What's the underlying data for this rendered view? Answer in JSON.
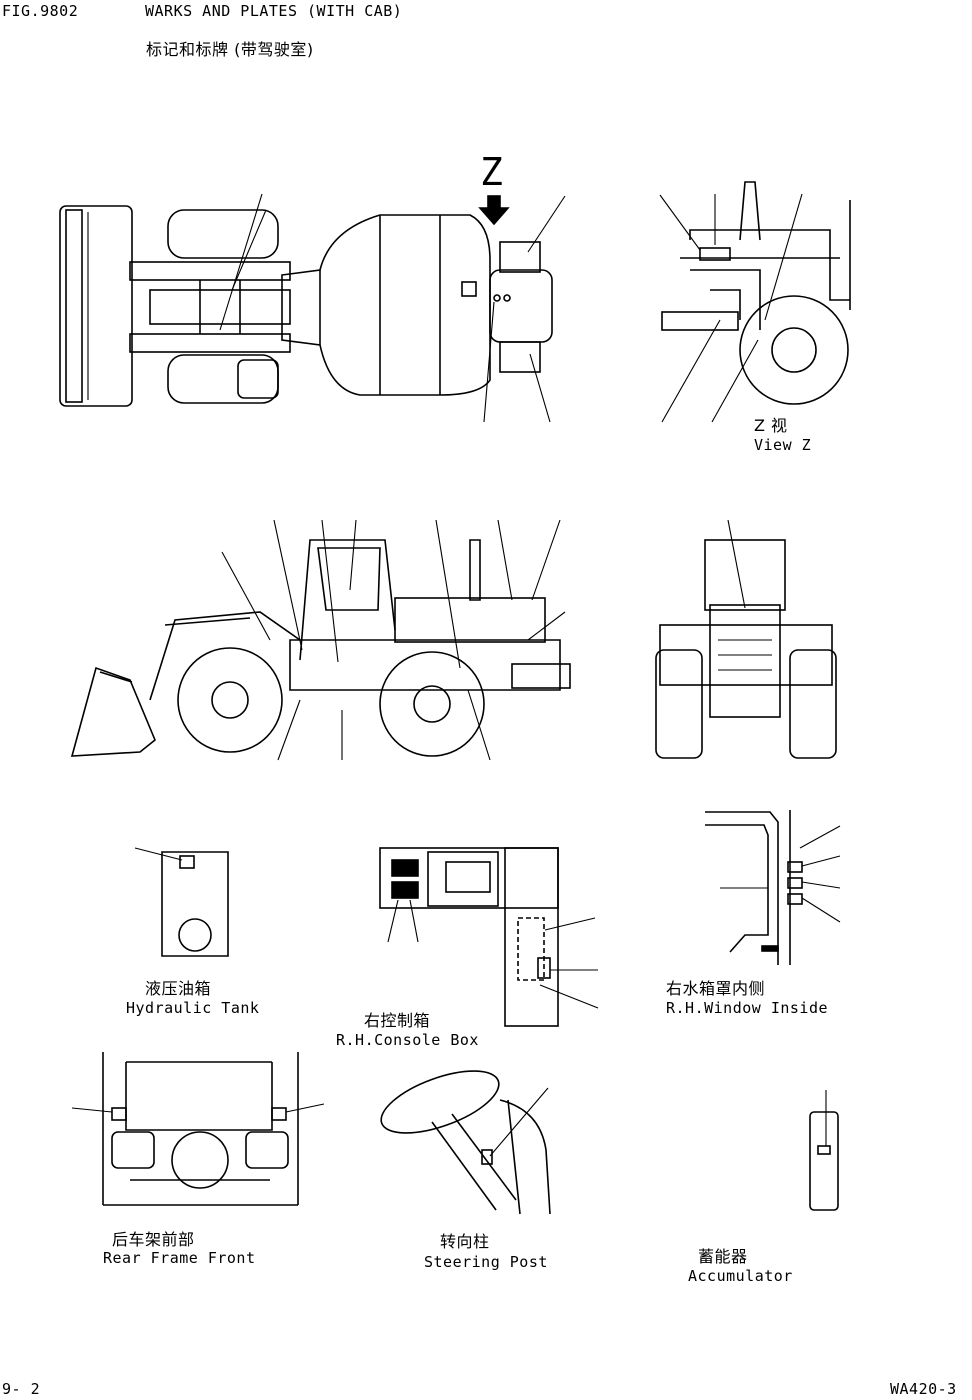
{
  "header": {
    "fig_no": "FIG.9802",
    "title_en": "WARKS AND PLATES (WITH CAB)",
    "title_cn": "标记和标牌 (带驾驶室)"
  },
  "labels": {
    "z_marker": "Z",
    "view_z_cn": "Z 视",
    "view_z_en": "View Z",
    "hydraulic_tank_cn": "液压油箱",
    "hydraulic_tank_en": "Hydraulic Tank",
    "console_box_cn": "右控制箱",
    "console_box_en": "R.H.Console Box",
    "window_inside_cn": "右水箱罩内侧",
    "window_inside_en": "R.H.Window Inside",
    "rear_frame_cn": "后车架前部",
    "rear_frame_en": "Rear Frame Front",
    "steering_post_cn": "转向柱",
    "steering_post_en": "Steering Post",
    "accumulator_cn": "蓄能器",
    "accumulator_en": "Accumulator"
  },
  "footer": {
    "page_no": "9-  2",
    "model": "WA420-3"
  }
}
